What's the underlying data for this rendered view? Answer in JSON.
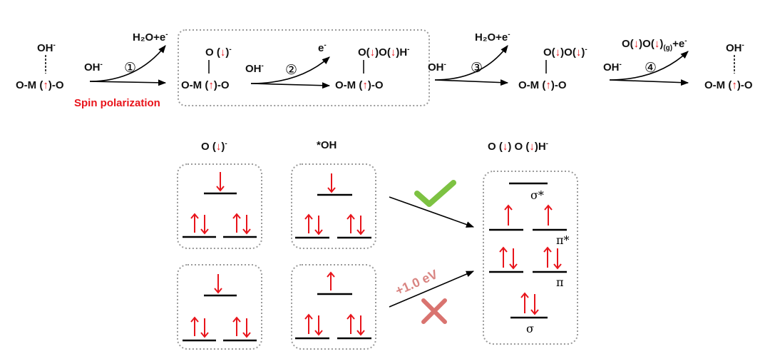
{
  "colors": {
    "oxygen_species": "#f5b800",
    "spin": "#e8141b",
    "check": "#7dc242",
    "cross": "#d9736f",
    "energy_penalty": "#d98582",
    "box_border": "#9a9a9a"
  },
  "mechanism": {
    "species": [
      {
        "top": "OH",
        "top_sup": "-",
        "base_left": "O-M (",
        "spin": "↑",
        "base_right": ")-O"
      },
      {
        "top": "O (",
        "top_spin": "↓",
        "top_end": ")",
        "top_sup": "-",
        "base_left": "O-M (",
        "spin": "↑",
        "base_right": ")-O"
      },
      {
        "top": "O(",
        "top_spin": "↓",
        "top_mid": ")O(",
        "top_spin2": "↓",
        "top_end": ")H",
        "top_sup": "-",
        "base_left": "O-M (",
        "spin": "↑",
        "base_right": ")-O"
      },
      {
        "top": "O(",
        "top_spin": "↓",
        "top_mid": ")O(",
        "top_spin2": "↓",
        "top_end": ")",
        "top_sup": "-",
        "base_left": "O-M (",
        "spin": "↑",
        "base_right": ")-O"
      },
      {
        "top": "OH",
        "top_sup": "-",
        "base_left": "O-M (",
        "spin": "↑",
        "base_right": ")-O"
      }
    ],
    "steps": [
      {
        "number": "①",
        "reactant": "OH",
        "reactant_sup": "-",
        "product": "H₂O+e",
        "product_sup": "-"
      },
      {
        "number": "②",
        "reactant": "OH",
        "reactant_sup": "-",
        "product": "e",
        "product_sup": "-"
      },
      {
        "number": "③",
        "reactant": "OH",
        "reactant_sup": "-",
        "product": "H₂O+e",
        "product_sup": "-"
      },
      {
        "number": "④",
        "reactant": "OH",
        "reactant_sup": "-",
        "product_a": "O(",
        "product_spin": "↓",
        "product_b": ")O(",
        "product_spin2": "↓",
        "product_c": ")",
        "product_sub": "(g)",
        "product_d": "+e",
        "product_sup": "-"
      }
    ],
    "spin_polarization_label": "Spin polarization"
  },
  "orbital_diagrams": {
    "columns": [
      {
        "title": "O (",
        "title_spin": "↓",
        "title_end": ")",
        "title_sup": "-"
      },
      {
        "title": "*OH"
      },
      {
        "title": "O (",
        "title_spin": "↓",
        "title_mid": ") O (",
        "title_spin2": "↓",
        "title_end": ")H",
        "title_sup": "-"
      }
    ],
    "energy_penalty": "+1.0 eV",
    "mo_labels": [
      "σ*",
      "π*",
      "π",
      "σ"
    ]
  }
}
